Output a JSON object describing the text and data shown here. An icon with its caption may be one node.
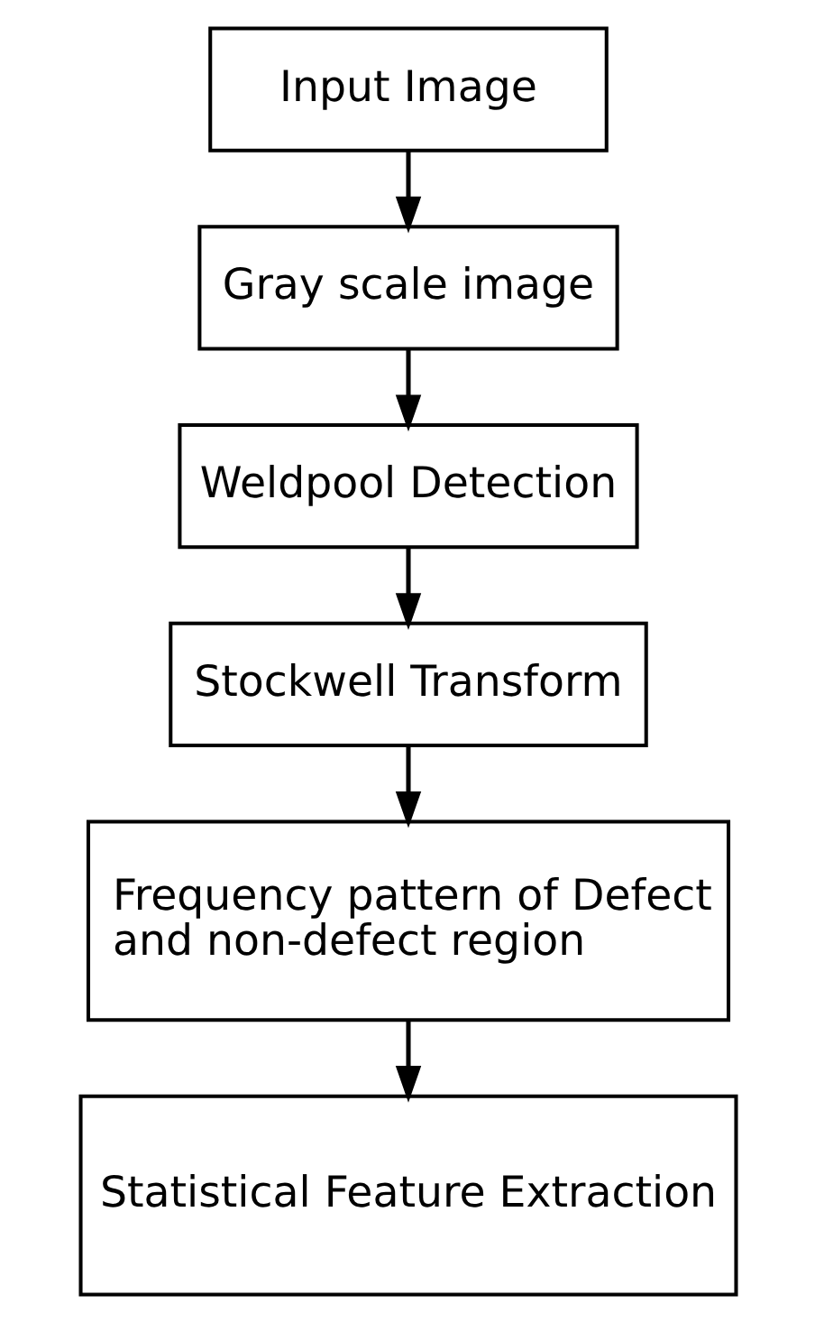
{
  "diagram": {
    "nodes": [
      {
        "text": [
          "Input Image"
        ]
      },
      {
        "text": [
          "Gray scale image"
        ]
      },
      {
        "text": [
          "Weldpool Detection"
        ]
      },
      {
        "text": [
          "Stockwell Transform"
        ]
      },
      {
        "text": [
          "Frequency pattern of Defect and non-defect region"
        ]
      },
      {
        "text": [
          "Statistical Feature Extraction"
        ]
      }
    ],
    "edges": [
      {
        "from": 0,
        "to": 1,
        "arrow": "to"
      },
      {
        "from": 1,
        "to": 2,
        "arrow": "to"
      },
      {
        "from": 2,
        "to": 3,
        "arrow": "to"
      },
      {
        "from": 3,
        "to": 4,
        "arrow": "to"
      },
      {
        "from": 4,
        "to": 5,
        "arrow": "to"
      }
    ]
  }
}
